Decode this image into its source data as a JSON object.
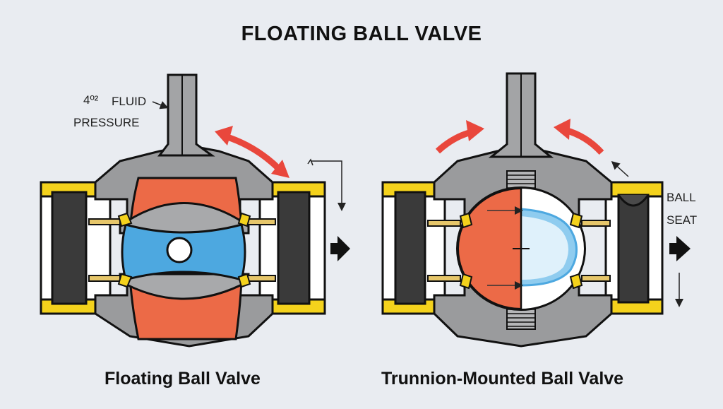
{
  "title": "FLOATING BALL VALVE",
  "left_diagram": {
    "caption": "Floating Ball Valve",
    "annotation_marker": "4º²",
    "annotation_line1": "FLUID",
    "annotation_line2": "PRESSURE"
  },
  "right_diagram": {
    "caption": "Trunnion-Mounted Ball Valve",
    "annotation_line1": "BALL",
    "annotation_line2": "SEAT"
  },
  "colors": {
    "body": "#9a9b9d",
    "stem": "#a3a4a6",
    "ball_orange": "#ec6a47",
    "fluid_blue": "#4da8e0",
    "seat_yellow": "#f4d21c",
    "red_arrow": "#e9473c",
    "background": "#e9ecf1"
  }
}
